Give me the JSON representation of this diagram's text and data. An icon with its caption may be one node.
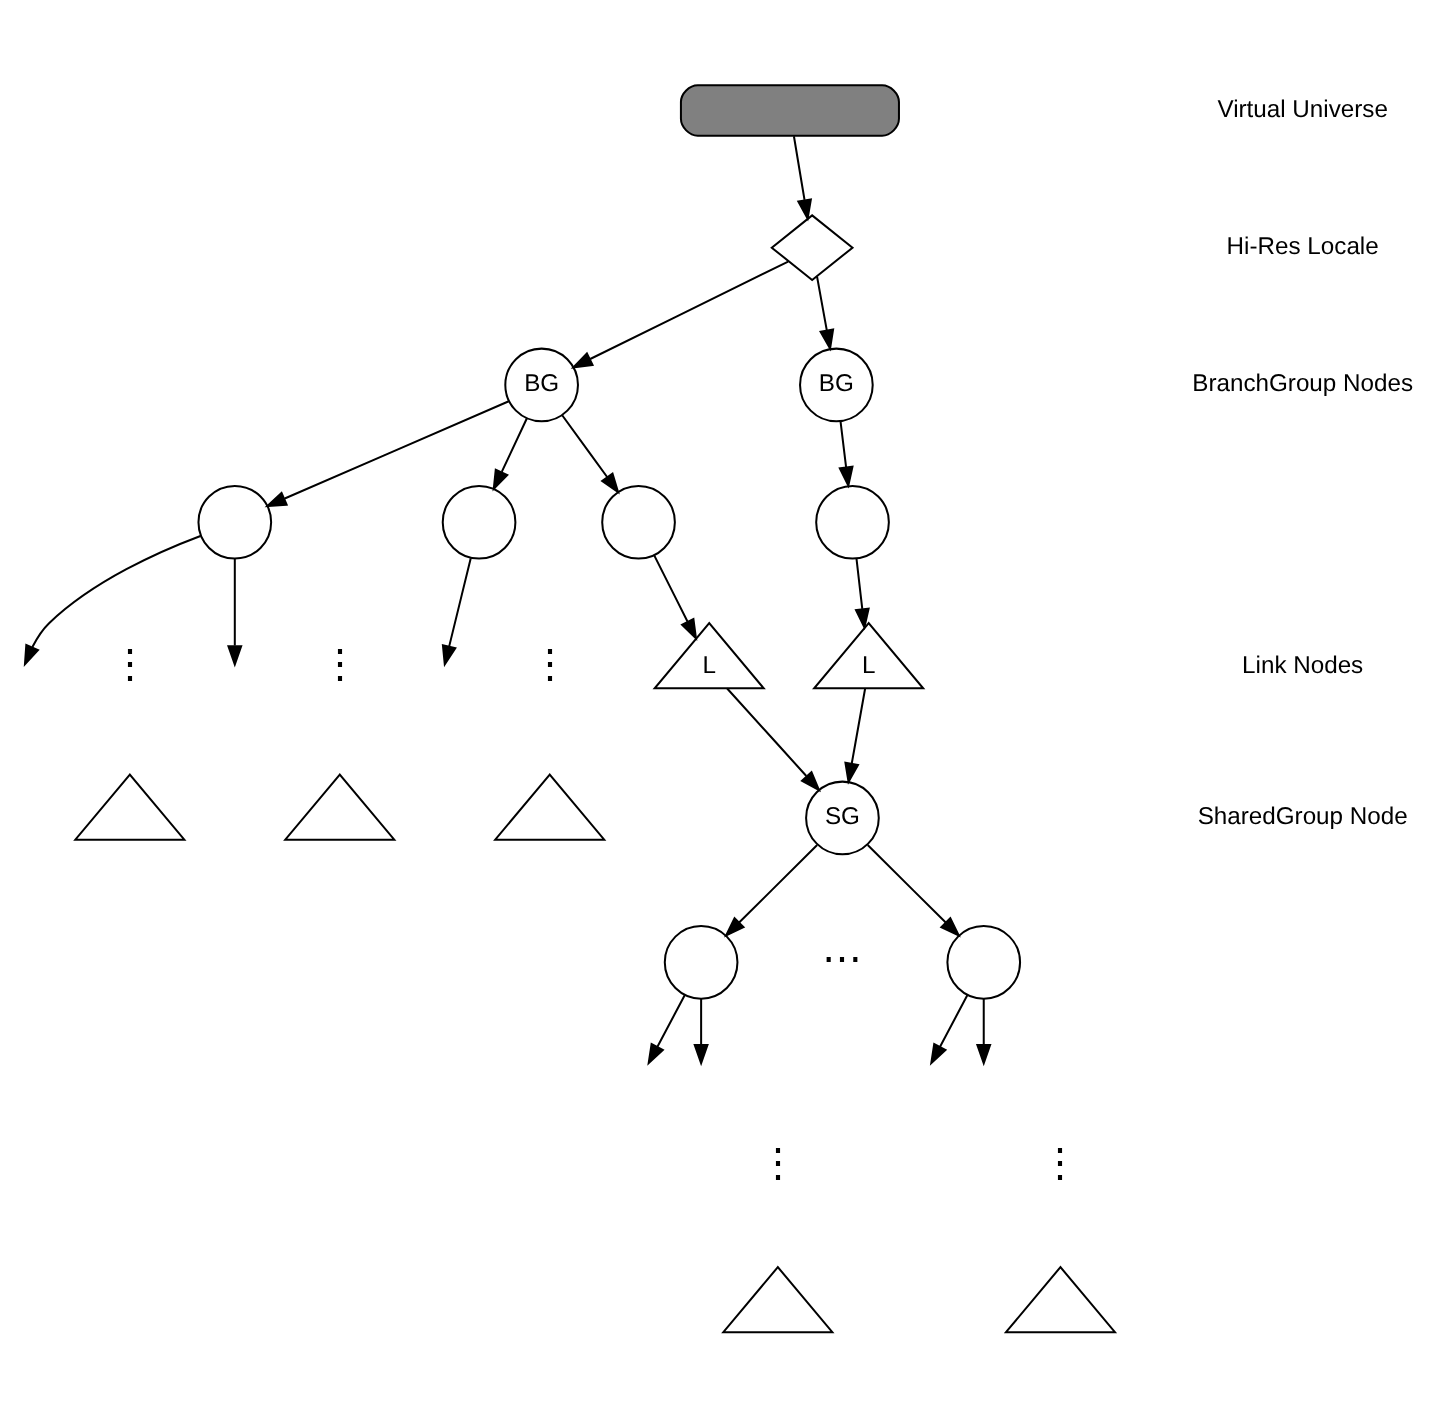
{
  "diagram": {
    "nodes": [
      {
        "text": [],
        "shape": "box"
      },
      {
        "text": [],
        "shape": "diamond"
      },
      {
        "text": [
          "BG"
        ]
      },
      {
        "text": [
          "BG"
        ]
      },
      {
        "text": [],
        "shape": "circle"
      },
      {
        "text": [],
        "shape": "circle"
      },
      {
        "text": [],
        "shape": "circle"
      },
      {
        "text": [],
        "shape": "circle"
      },
      {
        "text": [
          "L"
        ]
      },
      {
        "text": [
          "L"
        ]
      },
      {
        "text": [
          "SG"
        ]
      },
      {
        "text": [],
        "shape": "circle"
      },
      {
        "text": [],
        "shape": "circle"
      },
      {
        "text": [],
        "shape": "triangle"
      },
      {
        "text": [],
        "shape": "triangle"
      },
      {
        "text": [],
        "shape": "triangle"
      },
      {
        "text": [],
        "shape": "triangle"
      },
      {
        "text": [],
        "shape": "triangle"
      }
    ],
    "edges": [
      {
        "from": 0,
        "to": 1,
        "arrow": "to"
      },
      {
        "from": 1,
        "to": 2,
        "arrow": "to"
      },
      {
        "from": 1,
        "to": 3,
        "arrow": "to"
      },
      {
        "from": 2,
        "to": 4,
        "arrow": "to"
      },
      {
        "from": 2,
        "to": 5,
        "arrow": "to"
      },
      {
        "from": 2,
        "to": 6,
        "arrow": "to"
      },
      {
        "from": 3,
        "to": 7,
        "arrow": "to"
      },
      {
        "from": 6,
        "to": 8,
        "arrow": "to"
      },
      {
        "from": 7,
        "to": 9,
        "arrow": "to"
      },
      {
        "from": 8,
        "to": 10,
        "arrow": "to"
      },
      {
        "from": 9,
        "to": 10,
        "arrow": "to"
      },
      {
        "from": 10,
        "to": 11,
        "arrow": "to"
      },
      {
        "from": 10,
        "to": 12,
        "arrow": "to"
      },
      {
        "from": 4,
        "to": null,
        "arrow": "to"
      },
      {
        "from": 4,
        "to": null,
        "arrow": "to"
      },
      {
        "from": 5,
        "to": null,
        "arrow": "to"
      },
      {
        "from": 11,
        "to": null,
        "arrow": "to"
      },
      {
        "from": 11,
        "to": null,
        "arrow": "to"
      },
      {
        "from": 12,
        "to": null,
        "arrow": "to"
      },
      {
        "from": 12,
        "to": null,
        "arrow": "to"
      }
    ],
    "labels": [
      "Virtual Universe",
      "Hi-Res Locale",
      "BranchGroup Nodes",
      "⋮",
      "⋮",
      "⋮",
      "Link Nodes",
      "SharedGroup Node",
      "⋯",
      "⋮",
      "⋮"
    ]
  }
}
